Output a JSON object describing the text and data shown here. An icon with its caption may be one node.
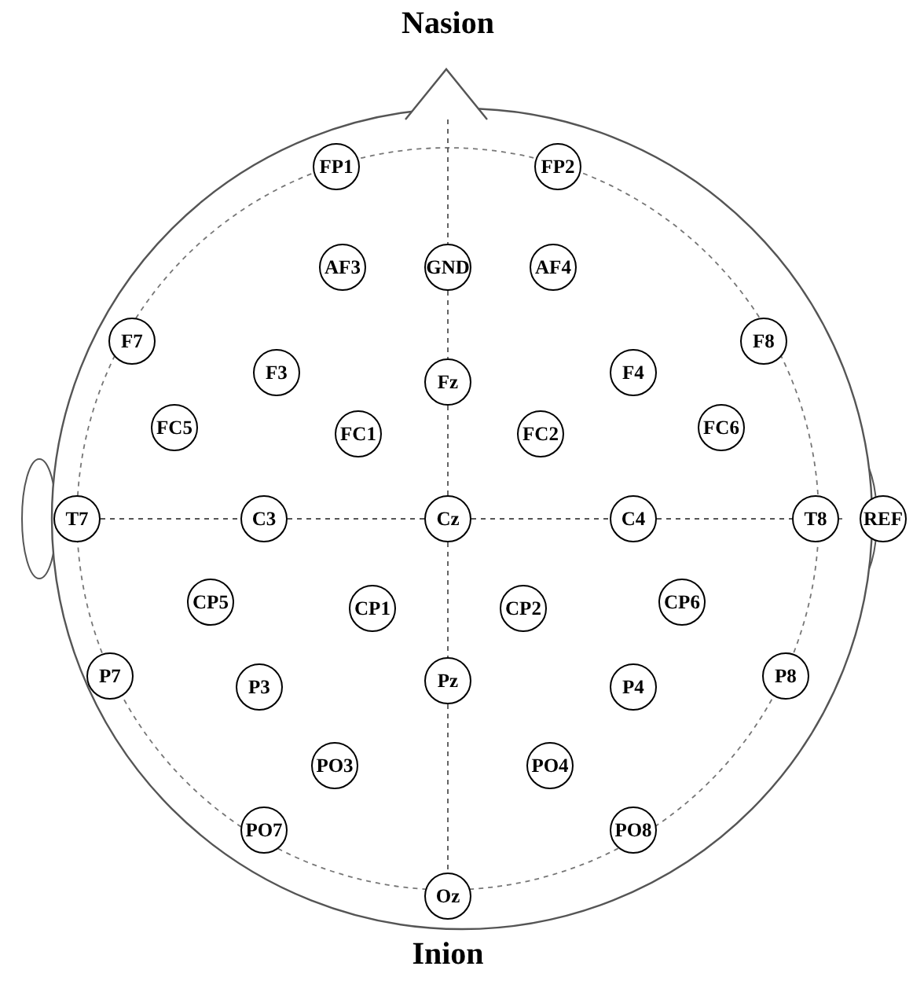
{
  "diagram": {
    "nodes": [
      {
        "text": [
          "FP1"
        ]
      },
      {
        "text": [
          "FP2"
        ]
      },
      {
        "text": [
          "AF3"
        ]
      },
      {
        "text": [
          "GND"
        ]
      },
      {
        "text": [
          "AF4"
        ]
      },
      {
        "text": [
          "F7"
        ]
      },
      {
        "text": [
          "F8"
        ]
      },
      {
        "text": [
          "F3"
        ]
      },
      {
        "text": [
          "Fz"
        ]
      },
      {
        "text": [
          "F4"
        ]
      },
      {
        "text": [
          "FC5"
        ]
      },
      {
        "text": [
          "FC1"
        ]
      },
      {
        "text": [
          "FC2"
        ]
      },
      {
        "text": [
          "FC6"
        ]
      },
      {
        "text": [
          "T7"
        ]
      },
      {
        "text": [
          "C3"
        ]
      },
      {
        "text": [
          "Cz"
        ]
      },
      {
        "text": [
          "C4"
        ]
      },
      {
        "text": [
          "T8"
        ]
      },
      {
        "text": [
          "REF"
        ]
      },
      {
        "text": [
          "CP5"
        ]
      },
      {
        "text": [
          "CP1"
        ]
      },
      {
        "text": [
          "CP2"
        ]
      },
      {
        "text": [
          "CP6"
        ]
      },
      {
        "text": [
          "P7"
        ]
      },
      {
        "text": [
          "P8"
        ]
      },
      {
        "text": [
          "P3"
        ]
      },
      {
        "text": [
          "Pz"
        ]
      },
      {
        "text": [
          "P4"
        ]
      },
      {
        "text": [
          "PO3"
        ]
      },
      {
        "text": [
          "PO4"
        ]
      },
      {
        "text": [
          "PO7"
        ]
      },
      {
        "text": [
          "PO8"
        ]
      },
      {
        "text": [
          "Oz"
        ]
      }
    ],
    "edges": [
      {
        "from": 14,
        "to": 15,
        "arrow": "none",
        "style": "dashed"
      },
      {
        "from": 15,
        "to": 16,
        "arrow": "none",
        "style": "dashed"
      },
      {
        "from": 16,
        "to": 17,
        "arrow": "none",
        "style": "dashed"
      },
      {
        "from": 17,
        "to": 18,
        "arrow": "none",
        "style": "dashed"
      },
      {
        "from": 3,
        "to": 8,
        "arrow": "none",
        "style": "dashed"
      },
      {
        "from": 8,
        "to": 16,
        "arrow": "none",
        "style": "dashed"
      },
      {
        "from": 16,
        "to": 27,
        "arrow": "none",
        "style": "dashed"
      },
      {
        "from": 27,
        "to": 33,
        "arrow": "none",
        "style": "dashed"
      }
    ],
    "labels": [
      "Nasion",
      "Inion"
    ]
  }
}
